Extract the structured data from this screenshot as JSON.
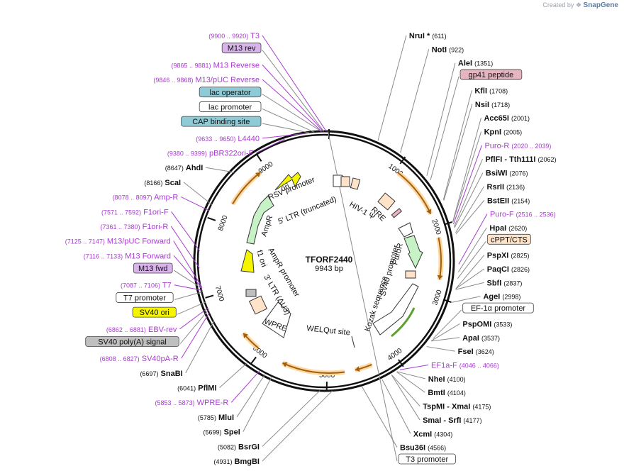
{
  "credit": {
    "prefix": "Created by",
    "brand": "SnapGene"
  },
  "plasmid": {
    "name": "TFORF2440",
    "length_label": "9943 bp",
    "length": 9943
  },
  "colors": {
    "backbone": "#111111",
    "enzyme_line": "#8a8a8a",
    "primer": "#a83cd0",
    "feature_arrow": "#f2a33a",
    "feature_fill_orange": "#ffe3c9",
    "feature_fill_green": "#c6f2c6",
    "feature_fill_yellow": "#f5f500",
    "feature_fill_blue": "#8ecbd6",
    "feature_fill_purple": "#d9b3ec",
    "feature_fill_gray": "#bfbfbf",
    "feature_fill_pink": "#e6b5c2"
  },
  "ticks": [
    {
      "bp": 1000,
      "label": "1000"
    },
    {
      "bp": 2000,
      "label": "2000"
    },
    {
      "bp": 3000,
      "label": "3000"
    },
    {
      "bp": 4000,
      "label": "4000"
    },
    {
      "bp": 5000,
      "label": "5000"
    },
    {
      "bp": 6000,
      "label": "6000"
    },
    {
      "bp": 7000,
      "label": "7000"
    },
    {
      "bp": 8000,
      "label": "8000"
    },
    {
      "bp": 9000,
      "label": "9000"
    }
  ],
  "labels": [
    {
      "kind": "enzyme",
      "name": "NruI *",
      "pos": "(611)",
      "bp": 611,
      "side": "r"
    },
    {
      "kind": "enzyme",
      "name": "NotI",
      "pos": "(922)",
      "bp": 922,
      "side": "r"
    },
    {
      "kind": "enzyme",
      "name": "AleI",
      "pos": "(1351)",
      "bp": 1351,
      "side": "r"
    },
    {
      "kind": "feature_box",
      "name": "gp41 peptide",
      "pos": "",
      "bp": 1420,
      "side": "r",
      "fill": "#e6b5c2"
    },
    {
      "kind": "enzyme",
      "name": "KflI",
      "pos": "(1708)",
      "bp": 1708,
      "side": "r"
    },
    {
      "kind": "enzyme",
      "name": "NsiI",
      "pos": "(1718)",
      "bp": 1718,
      "side": "r"
    },
    {
      "kind": "enzyme",
      "name": "Acc65I",
      "pos": "(2001)",
      "bp": 2001,
      "side": "r"
    },
    {
      "kind": "enzyme",
      "name": "KpnI",
      "pos": "(2005)",
      "bp": 2005,
      "side": "r"
    },
    {
      "kind": "primer",
      "name": "Puro-R",
      "pos": "(2020 .. 2039)",
      "bp": 2030,
      "side": "r"
    },
    {
      "kind": "enzyme",
      "name": "PflFI  - Tth111I",
      "pos": "(2062)",
      "bp": 2062,
      "side": "r"
    },
    {
      "kind": "enzyme",
      "name": "BsiWI",
      "pos": "(2076)",
      "bp": 2076,
      "side": "r"
    },
    {
      "kind": "enzyme",
      "name": "RsrII",
      "pos": "(2136)",
      "bp": 2136,
      "side": "r"
    },
    {
      "kind": "enzyme",
      "name": "BstEII",
      "pos": "(2154)",
      "bp": 2154,
      "side": "r"
    },
    {
      "kind": "primer",
      "name": "Puro-F",
      "pos": "(2516 .. 2536)",
      "bp": 2526,
      "side": "r"
    },
    {
      "kind": "enzyme",
      "name": "HpaI",
      "pos": "(2620)",
      "bp": 2620,
      "side": "r"
    },
    {
      "kind": "feature_box",
      "name": "cPPT/CTS",
      "pos": "",
      "bp": 2700,
      "side": "r",
      "fill": "#ffe3c9"
    },
    {
      "kind": "enzyme",
      "name": "PspXI",
      "pos": "(2825)",
      "bp": 2825,
      "side": "r"
    },
    {
      "kind": "enzyme",
      "name": "PaqCI",
      "pos": "(2826)",
      "bp": 2826,
      "side": "r"
    },
    {
      "kind": "enzyme",
      "name": "SbfI",
      "pos": "(2837)",
      "bp": 2837,
      "side": "r"
    },
    {
      "kind": "enzyme",
      "name": "AgeI",
      "pos": "(2998)",
      "bp": 2998,
      "side": "r"
    },
    {
      "kind": "feature_box",
      "name": "EF-1α promoter",
      "pos": "",
      "bp": 3500,
      "side": "r",
      "fill": "#ffffff"
    },
    {
      "kind": "enzyme",
      "name": "PspOMI",
      "pos": "(3533)",
      "bp": 3533,
      "side": "r"
    },
    {
      "kind": "enzyme",
      "name": "ApaI",
      "pos": "(3537)",
      "bp": 3537,
      "side": "r"
    },
    {
      "kind": "enzyme",
      "name": "FseI",
      "pos": "(3624)",
      "bp": 3624,
      "side": "r"
    },
    {
      "kind": "primer",
      "name": "EF1a-F",
      "pos": "(4046 .. 4066)",
      "bp": 4056,
      "side": "r"
    },
    {
      "kind": "enzyme",
      "name": "NheI",
      "pos": "(4100)",
      "bp": 4100,
      "side": "r"
    },
    {
      "kind": "enzyme",
      "name": "BmtI",
      "pos": "(4104)",
      "bp": 4104,
      "side": "r"
    },
    {
      "kind": "enzyme",
      "name": "TspMI  - XmaI",
      "pos": "(4175)",
      "bp": 4175,
      "side": "r"
    },
    {
      "kind": "enzyme",
      "name": "SmaI  - SrfI",
      "pos": "(4177)",
      "bp": 4177,
      "side": "r"
    },
    {
      "kind": "enzyme",
      "name": "XcmI",
      "pos": "(4304)",
      "bp": 4304,
      "side": "r"
    },
    {
      "kind": "enzyme",
      "name": "Bsu36I",
      "pos": "(4566)",
      "bp": 4566,
      "side": "r"
    },
    {
      "kind": "enzyme",
      "name": "BmgBI",
      "pos": "(4931)",
      "bp": 4931,
      "side": "l"
    },
    {
      "kind": "enzyme",
      "name": "BsrGI",
      "pos": "(5082)",
      "bp": 5082,
      "side": "l"
    },
    {
      "kind": "enzyme",
      "name": "SpeI",
      "pos": "(5699)",
      "bp": 5699,
      "side": "l"
    },
    {
      "kind": "enzyme",
      "name": "MluI",
      "pos": "(5785)",
      "bp": 5785,
      "side": "l"
    },
    {
      "kind": "primer",
      "name": "WPRE-R",
      "pos": "(5853 .. 5873)",
      "bp": 5863,
      "side": "l"
    },
    {
      "kind": "enzyme",
      "name": "PflMI",
      "pos": "(6041)",
      "bp": 6041,
      "side": "l"
    },
    {
      "kind": "enzyme",
      "name": "SnaBI",
      "pos": "(6697)",
      "bp": 6697,
      "side": "l"
    },
    {
      "kind": "primer",
      "name": "SV40pA-R",
      "pos": "(6808 .. 6827)",
      "bp": 6818,
      "side": "l"
    },
    {
      "kind": "feature_box",
      "name": "SV40 poly(A) signal",
      "pos": "",
      "bp": 6850,
      "side": "l",
      "fill": "#bfbfbf"
    },
    {
      "kind": "primer",
      "name": "EBV-rev",
      "pos": "(6862 .. 6881)",
      "bp": 6872,
      "side": "l"
    },
    {
      "kind": "feature_box",
      "name": "SV40 ori",
      "pos": "",
      "bp": 6950,
      "side": "l",
      "fill": "#f5f500"
    },
    {
      "kind": "feature_box",
      "name": "T7 promoter",
      "pos": "",
      "bp": 7080,
      "side": "l",
      "fill": "#ffffff"
    },
    {
      "kind": "primer",
      "name": "T7",
      "pos": "(7087 .. 7106)",
      "bp": 7096,
      "side": "l"
    },
    {
      "kind": "feature_box",
      "name": "M13 fwd",
      "pos": "",
      "bp": 7120,
      "side": "l",
      "fill": "#d9b3ec"
    },
    {
      "kind": "primer",
      "name": "M13 Forward",
      "pos": "(7116 .. 7133)",
      "bp": 7124,
      "side": "l"
    },
    {
      "kind": "primer",
      "name": "M13/pUC Forward",
      "pos": "(7125 .. 7147)",
      "bp": 7136,
      "side": "l"
    },
    {
      "kind": "primer",
      "name": "F1ori-R",
      "pos": "(7361 .. 7380)",
      "bp": 7370,
      "side": "l"
    },
    {
      "kind": "primer",
      "name": "F1ori-F",
      "pos": "(7571 .. 7592)",
      "bp": 7581,
      "side": "l"
    },
    {
      "kind": "primer",
      "name": "Amp-R",
      "pos": "(8078 .. 8097)",
      "bp": 8087,
      "side": "l"
    },
    {
      "kind": "enzyme",
      "name": "ScaI",
      "pos": "(8166)",
      "bp": 8166,
      "side": "l"
    },
    {
      "kind": "enzyme",
      "name": "AhdI",
      "pos": "(8647)",
      "bp": 8647,
      "side": "l"
    },
    {
      "kind": "primer",
      "name": "pBR322ori-F",
      "pos": "(9380 .. 9399)",
      "bp": 9390,
      "side": "l"
    },
    {
      "kind": "primer",
      "name": "L4440",
      "pos": "(9633 .. 9650)",
      "bp": 9641,
      "side": "l"
    },
    {
      "kind": "feature_box",
      "name": "CAP binding site",
      "pos": "",
      "bp": 9700,
      "side": "l",
      "fill": "#8ecbd6"
    },
    {
      "kind": "feature_box",
      "name": "lac promoter",
      "pos": "",
      "bp": 9760,
      "side": "l",
      "fill": "#ffffff"
    },
    {
      "kind": "primer",
      "name": "M13/pUC Reverse",
      "pos": "(9846 .. 9868)",
      "bp": 9857,
      "side": "l"
    },
    {
      "kind": "feature_box",
      "name": "lac operator",
      "pos": "",
      "bp": 9850,
      "side": "l",
      "fill": "#8ecbd6"
    },
    {
      "kind": "primer",
      "name": "M13 Reverse",
      "pos": "(9865 .. 9881)",
      "bp": 9873,
      "side": "l"
    },
    {
      "kind": "feature_box",
      "name": "M13 rev",
      "pos": "",
      "bp": 9880,
      "side": "l",
      "fill": "#d9b3ec"
    },
    {
      "kind": "primer",
      "name": "T3",
      "pos": "(9900 .. 9920)",
      "bp": 9910,
      "side": "l"
    },
    {
      "kind": "feature_box",
      "name": "T3 promoter",
      "pos": "",
      "bp": 9930,
      "side": "r",
      "fill": "#ffffff"
    }
  ],
  "orf_arcs": [
    {
      "start": 1050,
      "end": 1800
    },
    {
      "start": 2150,
      "end": 2750
    },
    {
      "start": 4350,
      "end": 4600
    },
    {
      "start": 4750,
      "end": 5650
    },
    {
      "start": 6050,
      "end": 6350
    },
    {
      "start": 8300,
      "end": 8900
    }
  ],
  "inner_labels": [
    "RSV promoter",
    "5' LTR (truncated)",
    "HIV-1 Ψ",
    "RRE",
    "SV40 promoter",
    "PuroR",
    "Kozak sequence",
    "WELQut site",
    "WPRE",
    "3' LTR (ΔU3)",
    "AmpR promoter",
    "f1 ori",
    "AmpR",
    "ori"
  ]
}
